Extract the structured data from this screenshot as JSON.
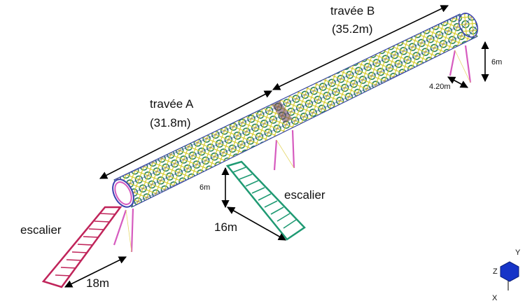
{
  "labels": {
    "travee_b": "travée B",
    "travee_b_len": "(35.2m)",
    "travee_a": "travée A",
    "travee_a_len": "(31.8m)",
    "escalier_right": "escalier",
    "escalier_left": "escalier",
    "dim_6m_top": "6m",
    "dim_420m": "4.20m",
    "dim_6m_mid": "6m",
    "dim_16m": "16m",
    "dim_18m": "18m"
  },
  "axes": {
    "y": "Y",
    "z": "Z",
    "x": "X"
  },
  "colors": {
    "tube_lattice_yellow": "#d8cc2a",
    "tube_lattice_green": "#1c7a4a",
    "tube_lattice_blue": "#3b3fb0",
    "stair_left": "#c0245a",
    "stair_right": "#1f9a73",
    "support_legs": "#d65bbf",
    "axis_cube": "#1634c8"
  }
}
